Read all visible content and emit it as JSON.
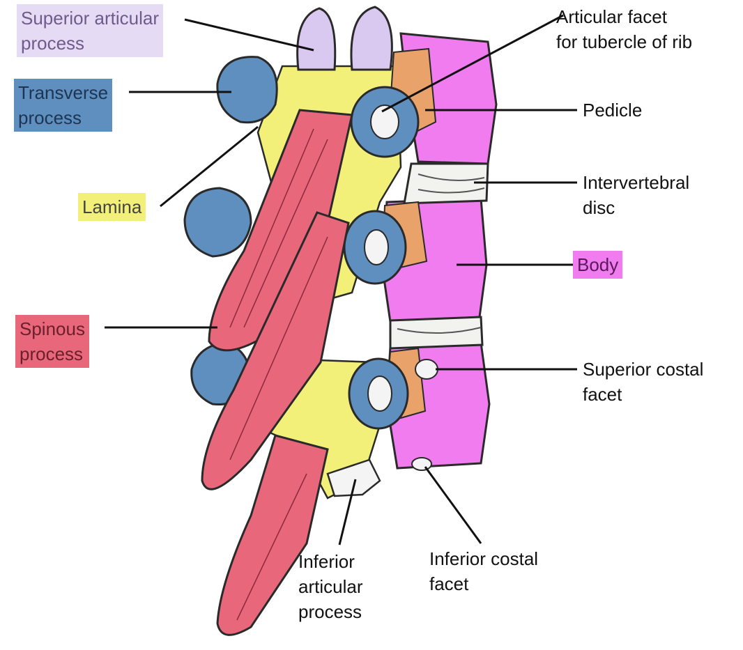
{
  "labels": {
    "superior_articular_process": [
      "Superior articular",
      "process"
    ],
    "transverse_process": [
      "Transverse",
      "process"
    ],
    "lamina": [
      "Lamina"
    ],
    "spinous_process": [
      "Spinous",
      "process"
    ],
    "articular_facet_tubercle": [
      "Articular facet",
      "for tubercle of rib"
    ],
    "pedicle": [
      "Pedicle"
    ],
    "intervertebral_disc": [
      "Intervertebral",
      "disc"
    ],
    "body": [
      "Body"
    ],
    "superior_costal_facet": [
      "Superior costal",
      "facet"
    ],
    "inferior_costal_facet": [
      "Inferior costal",
      "facet"
    ],
    "inferior_articular_process": [
      "Inferior",
      "articular",
      "process"
    ]
  },
  "colors": {
    "superior_articular_highlight": "#d9c8f0",
    "transverse_highlight": "#5f8fbf",
    "lamina_highlight": "#f3f07a",
    "spinous_highlight": "#e8677a",
    "body_highlight": "#f07cf0",
    "pedicle_highlight": "#e9a26a",
    "bone_outline": "#2a2a2a",
    "disc": "#f2f2ee"
  }
}
